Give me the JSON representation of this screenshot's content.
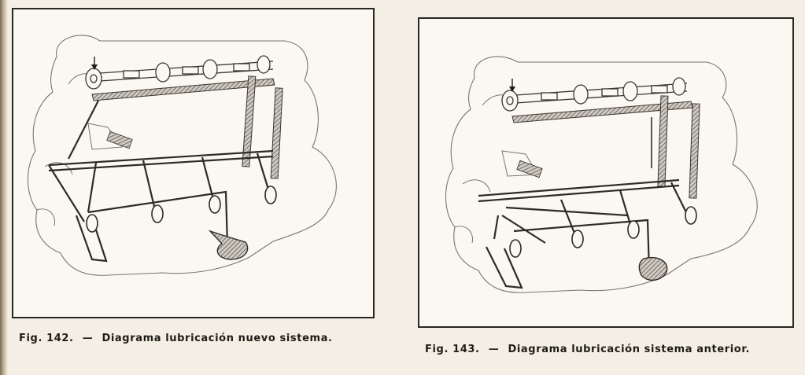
{
  "figures": [
    {
      "number": "Fig. 142.",
      "dash": "—",
      "title": "Diagrama lubricación nuevo sistema."
    },
    {
      "number": "Fig. 143.",
      "dash": "—",
      "title": "Diagrama lubricación sistema anterior."
    }
  ],
  "colors": {
    "paper": "#f3efe4",
    "ink": "#1f1b18",
    "hatch": "#6e6862"
  }
}
